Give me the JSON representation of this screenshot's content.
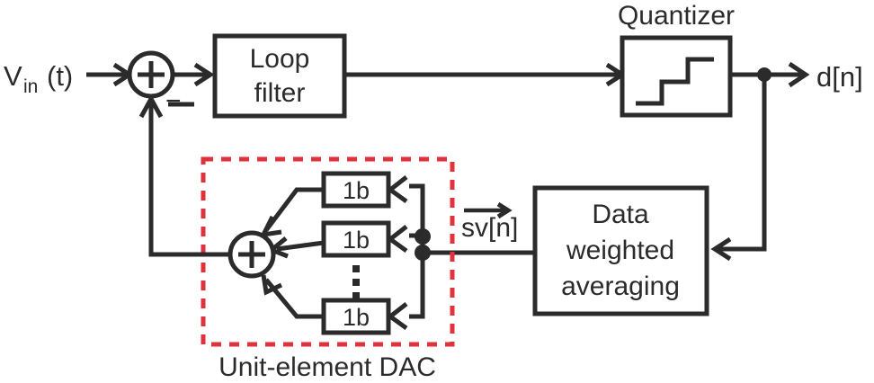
{
  "diagram": {
    "title": "Delta-sigma modulator with data weighted averaging",
    "background_color": "#ffffff",
    "line_color": "#2b2b2b",
    "accent_color": "#e0323c"
  },
  "labels": {
    "input_signal_main": "V",
    "input_signal_sub": "in",
    "input_signal_tail": "(t)",
    "output_signal": "d[n]",
    "quantizer_title": "Quantizer",
    "loop_filter_line1": "Loop",
    "loop_filter_line2": "filter",
    "dwa_line1": "Data",
    "dwa_line2": "weighted",
    "dwa_line3": "averaging",
    "dac_caption": "Unit-element DAC",
    "sv_vector": "sv[n]",
    "sum_plus": "+",
    "sum_minus": "−",
    "dac_sum_plus": "+",
    "unit_cell_1": "1b",
    "unit_cell_2": "1b",
    "unit_cell_3": "1b",
    "ellipsis": "⋮"
  },
  "blocks": [
    {
      "name": "summing-junction",
      "label": "+",
      "secondary": "−"
    },
    {
      "name": "loop-filter",
      "label": "Loop filter"
    },
    {
      "name": "quantizer",
      "label": "Quantizer"
    },
    {
      "name": "data-weighted-averaging",
      "label": "Data weighted averaging"
    },
    {
      "name": "unit-element-dac",
      "label": "Unit-element DAC"
    },
    {
      "name": "dac-summer",
      "label": "+"
    },
    {
      "name": "unit-cell",
      "label": "1b"
    }
  ],
  "signals": [
    {
      "name": "input",
      "label": "Vin(t)"
    },
    {
      "name": "output",
      "label": "d[n]"
    },
    {
      "name": "dwa-output",
      "label": "sv[n]"
    }
  ]
}
